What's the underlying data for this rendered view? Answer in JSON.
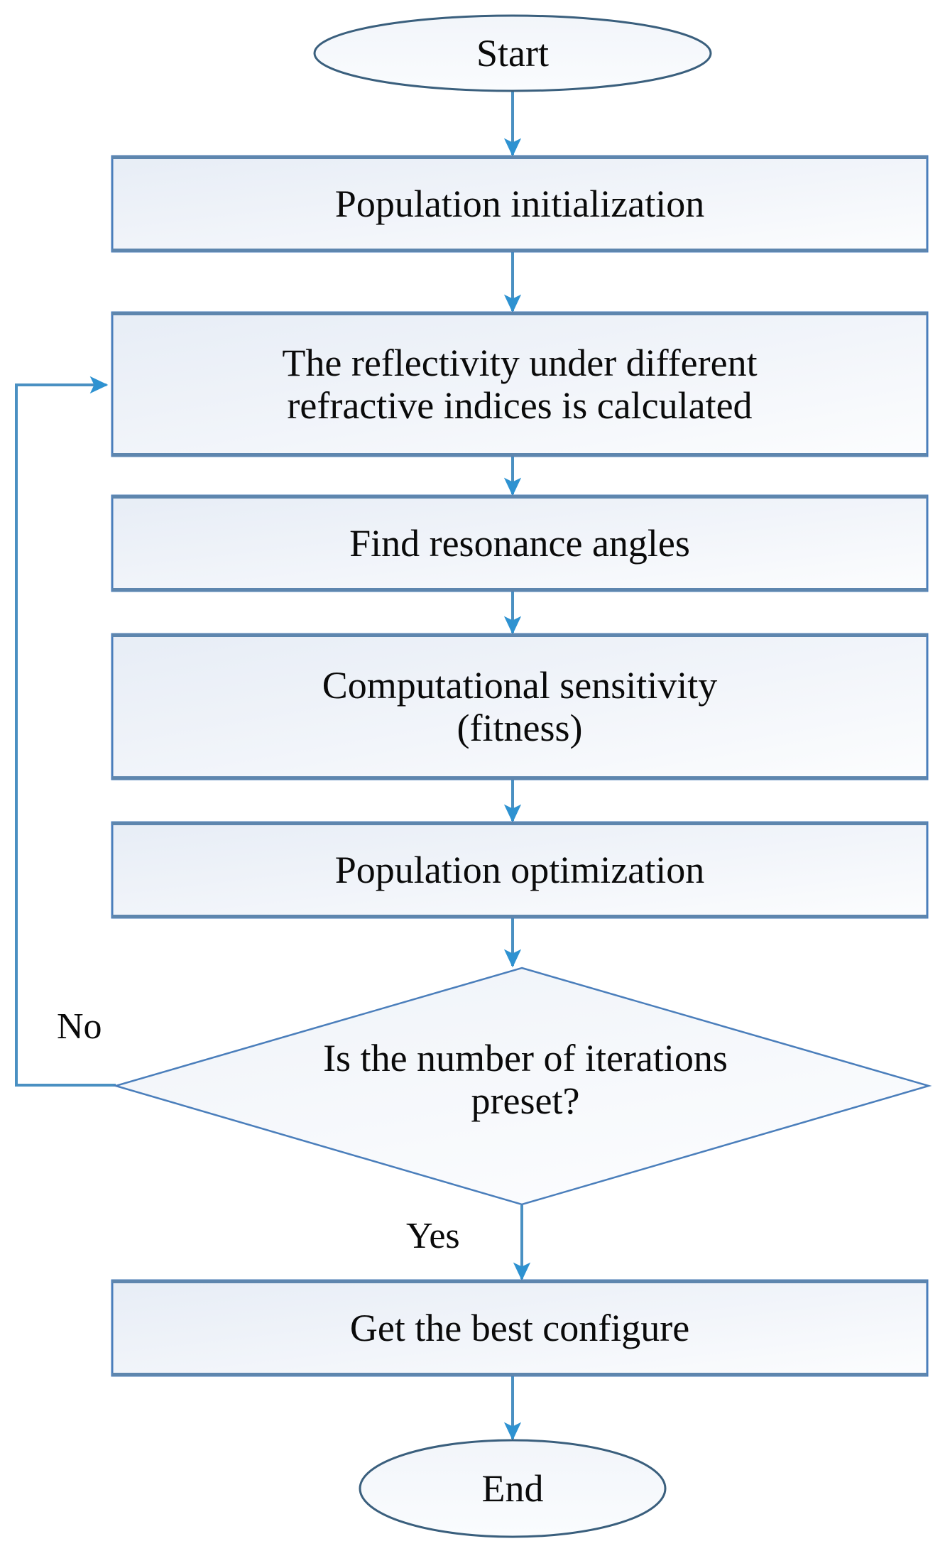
{
  "diagram": {
    "title": "Optimization algorithm flowchart",
    "type": "flowchart",
    "orientation": "top-to-bottom",
    "colors": {
      "box_stroke": "#4A7EBB",
      "box_stroke_dark": "#41719C",
      "box_fill_start": "#E9EEF6",
      "box_fill_end": "#FBFCFE",
      "ellipse_stroke": "#3A5F7D",
      "diamond_stroke": "#4A7EBB",
      "connector": "#4A90C2",
      "arrowhead": "#2E92D1",
      "text": "#0A0A0A",
      "background": "#FFFFFF"
    }
  },
  "nodes": [
    {
      "id": "start",
      "shape": "ellipse",
      "label": "Start"
    },
    {
      "id": "init",
      "shape": "process",
      "label": "Population initialization"
    },
    {
      "id": "reflectivity",
      "shape": "process",
      "label": "The reflectivity under different\nrefractive indices is calculated"
    },
    {
      "id": "resonance",
      "shape": "process",
      "label": "Find  resonance angles"
    },
    {
      "id": "sensitivity",
      "shape": "process",
      "label": "Computational sensitivity\n(fitness)"
    },
    {
      "id": "optimization",
      "shape": "process",
      "label": "Population optimization"
    },
    {
      "id": "decision",
      "shape": "diamond",
      "label": "Is the number of iterations\npreset?"
    },
    {
      "id": "best",
      "shape": "process",
      "label": "Get the best configure"
    },
    {
      "id": "end",
      "shape": "ellipse",
      "label": "End"
    }
  ],
  "edges": [
    {
      "from": "start",
      "to": "init",
      "label": ""
    },
    {
      "from": "init",
      "to": "reflectivity",
      "label": ""
    },
    {
      "from": "reflectivity",
      "to": "resonance",
      "label": ""
    },
    {
      "from": "resonance",
      "to": "sensitivity",
      "label": ""
    },
    {
      "from": "sensitivity",
      "to": "optimization",
      "label": ""
    },
    {
      "from": "optimization",
      "to": "decision",
      "label": ""
    },
    {
      "from": "decision",
      "to": "reflectivity",
      "label": "No"
    },
    {
      "from": "decision",
      "to": "best",
      "label": "Yes"
    },
    {
      "from": "best",
      "to": "end",
      "label": ""
    }
  ],
  "edge_labels": {
    "no": "No",
    "yes": "Yes"
  }
}
